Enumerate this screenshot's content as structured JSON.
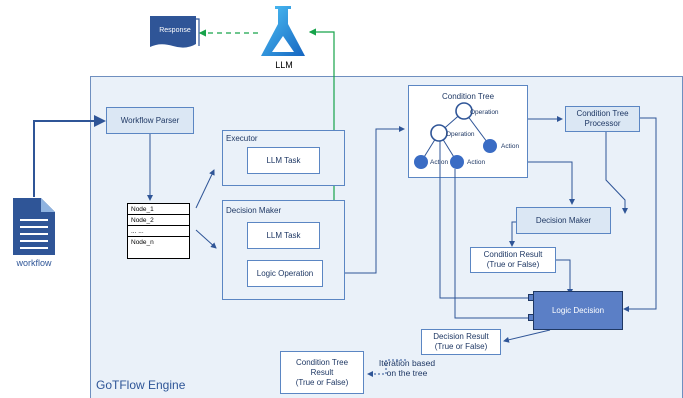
{
  "title": {
    "llm": "LLM"
  },
  "response": {
    "label": "Response"
  },
  "workflow": {
    "label": "workflow"
  },
  "engine": {
    "label": "GoTFlow Engine"
  },
  "parser": {
    "label": "Workflow Parser"
  },
  "nodes": [
    "Node_1",
    "Node_2",
    "... ...",
    "Node_n"
  ],
  "executor": {
    "label": "Executor",
    "task": "LLM Task"
  },
  "decision_maker": {
    "label": "Decision Maker",
    "task": "LLM Task",
    "logic": "Logic Operation"
  },
  "condition_tree": {
    "label": "Condition Tree",
    "operation1": "Operation",
    "operation2": "Operation",
    "action1": "Action",
    "action2": "Action",
    "action3": "Action"
  },
  "ct_processor": {
    "label": "Condition Tree Processor"
  },
  "decision_maker2": {
    "label": "Decision Maker"
  },
  "condition_result": {
    "line1": "Condition Result",
    "line2": "(True or False)"
  },
  "logic_decision": {
    "label": "Logic Decision"
  },
  "decision_result": {
    "line1": "Decision Result",
    "line2": "(True or False)"
  },
  "iteration": {
    "line1": "Iteration based",
    "line2": "on the tree"
  },
  "ct_result": {
    "line1": "Condition Tree",
    "line2": "Result",
    "line3": "(True or False)"
  },
  "colors": {
    "primary": "#2f5597",
    "accent_green": "#17a34a",
    "llm_blue": "#1e88e5",
    "fill": "#dbe7f4"
  }
}
